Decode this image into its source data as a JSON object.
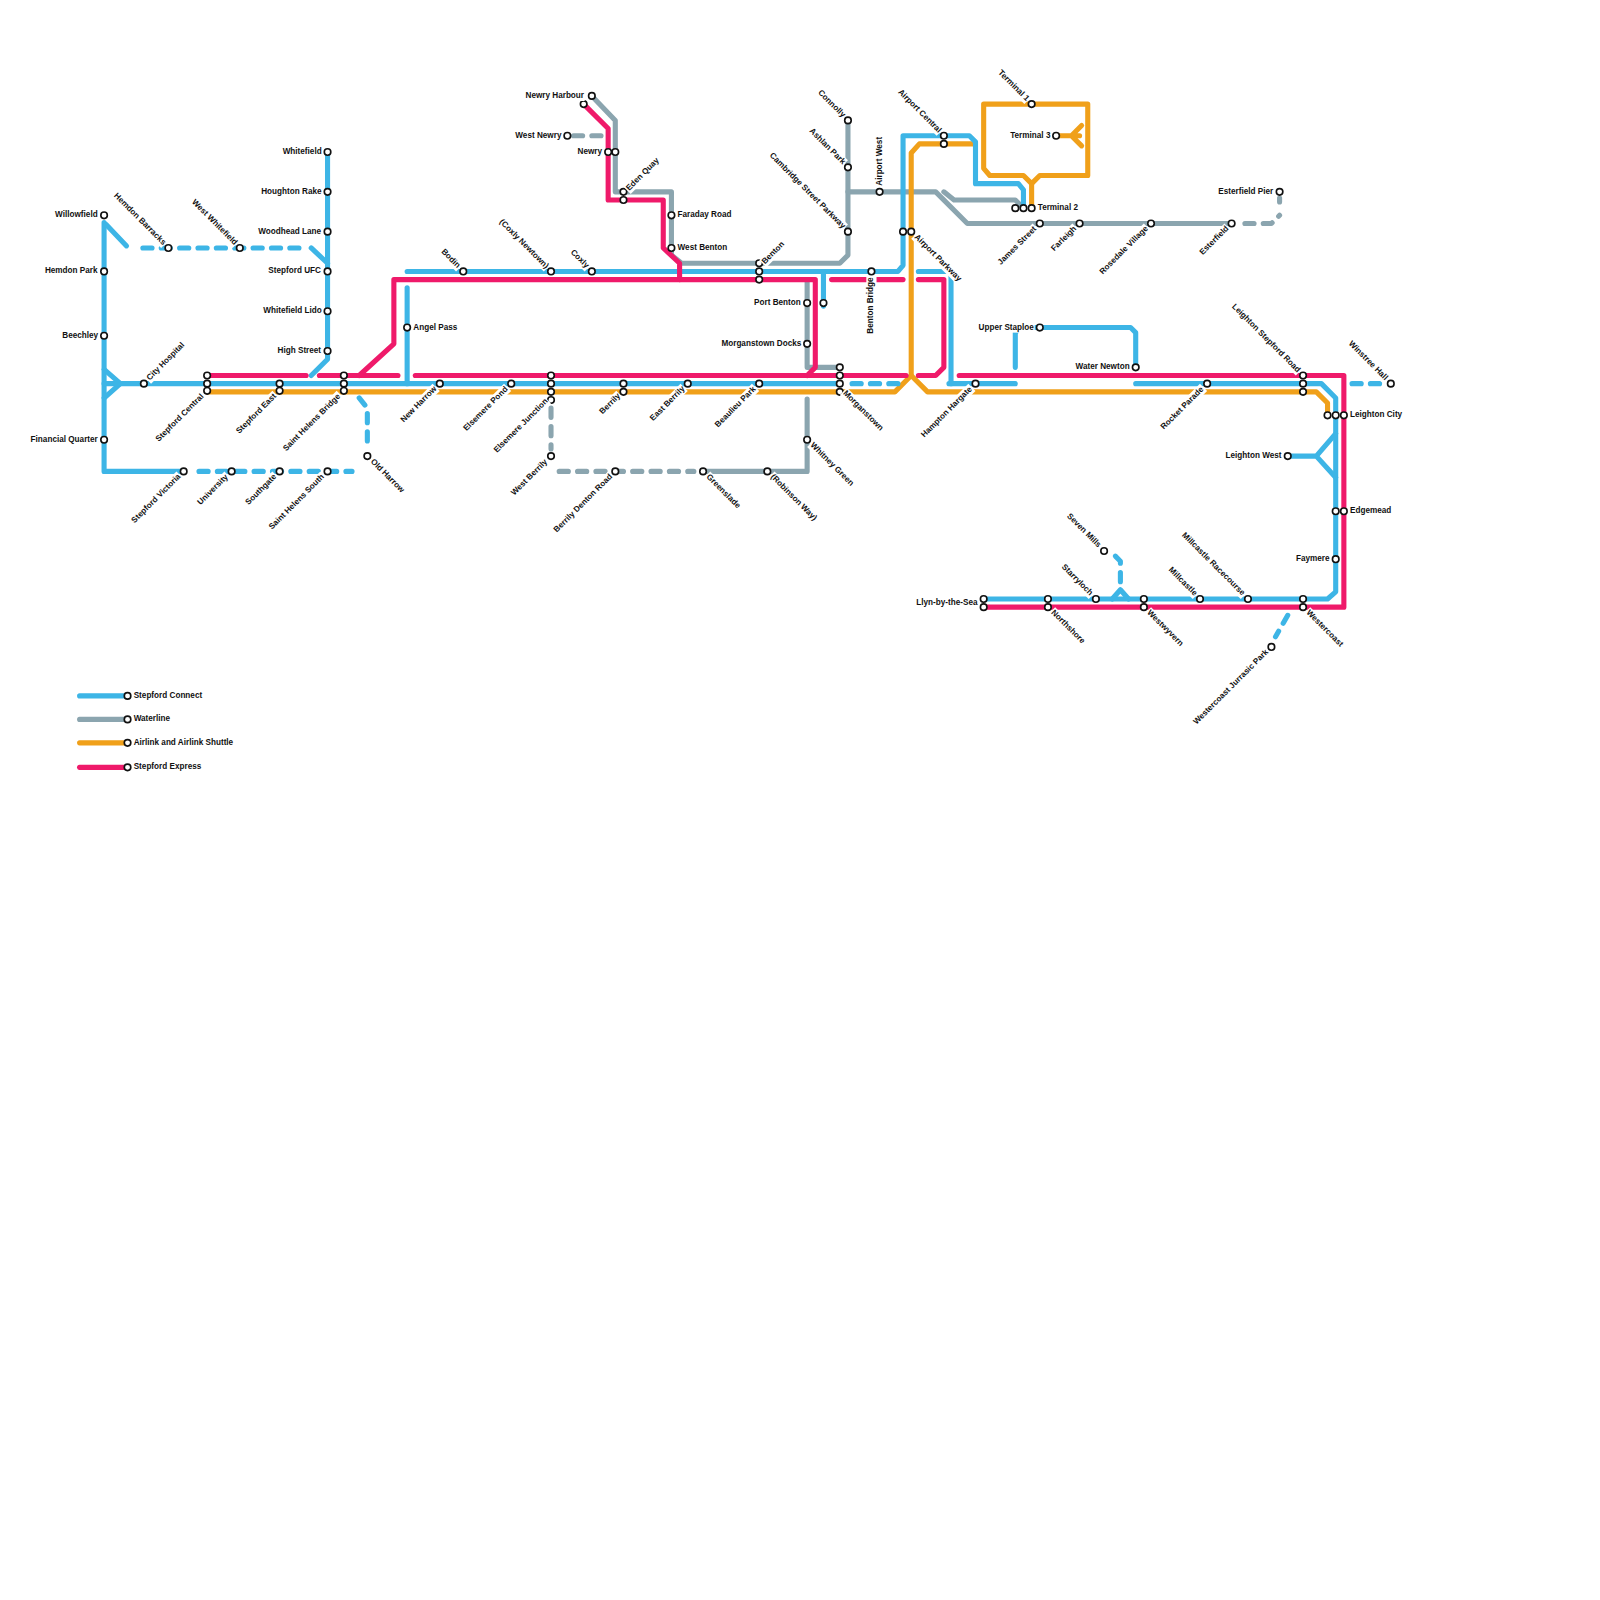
{
  "diagram": {
    "labels": [
      "Willowfield",
      "Hemdon Barracks",
      "West Whitefield",
      "Hemdon Park",
      "Beechley",
      "City Hospital",
      "Financial Quarter",
      "Stepford Victoria",
      "University",
      "Southgate",
      "Saint Helens South",
      "Old Harrow",
      "Stepford Central",
      "Stepford East",
      "Saint Helens Bridge",
      "Whitefield",
      "Houghton Rake",
      "Woodhead Lane",
      "Stepford UFC",
      "Whitefield Lido",
      "High Street",
      "Angel Pass",
      "New Harrow",
      "Bodin",
      "(Coxly Newtown)",
      "Coxly",
      "Elsemere Pond",
      "Elsemere Junction",
      "West Berrily",
      "Berrily",
      "Berrily Denton Road",
      "East Berrily",
      "Greenslade",
      "(Robinson Way)",
      "Beaulieu Park",
      "Whitney Green",
      "Newry Harbour",
      "West Newry",
      "Newry",
      "Eden Quay",
      "Faraday Road",
      "West Benton",
      "Benton",
      "Port Benton",
      "Morganstown Docks",
      "Morganstown",
      "Connolly",
      "Ashlan Park",
      "Cambridge Street Parkway",
      "Airport West",
      "Benton Bridge",
      "Airport Central",
      "Airport Parkway",
      "Terminal 1",
      "Terminal 3",
      "Terminal 2",
      "James Street",
      "Farleigh",
      "Rosedale Village",
      "Esterfield",
      "Esterfield Pier",
      "Upper Staploe",
      "Water Newton",
      "Hampton Hargate",
      "Rocket Parade",
      "Leighton Stepford Road",
      "Winstree Hall",
      "Leighton City",
      "Leighton West",
      "Edgemead",
      "Faymere",
      "Seven Mills",
      "Starryloch",
      "Millcastle",
      "Millcastle Racecourse",
      "Llyn-by-the-Sea",
      "Northshore",
      "Westwyvern",
      "Westercoast",
      "Westercoast Jurrasic Park"
    ],
    "legend": [
      {
        "text": "Stepford Connect",
        "color": "#3db5e6"
      },
      {
        "text": "Waterline",
        "color": "#8ba5af"
      },
      {
        "text": "Airlink and Airlink Shuttle",
        "color": "#f0a01a"
      },
      {
        "text": "Stepford Express",
        "color": "#ef1a6a"
      }
    ]
  }
}
